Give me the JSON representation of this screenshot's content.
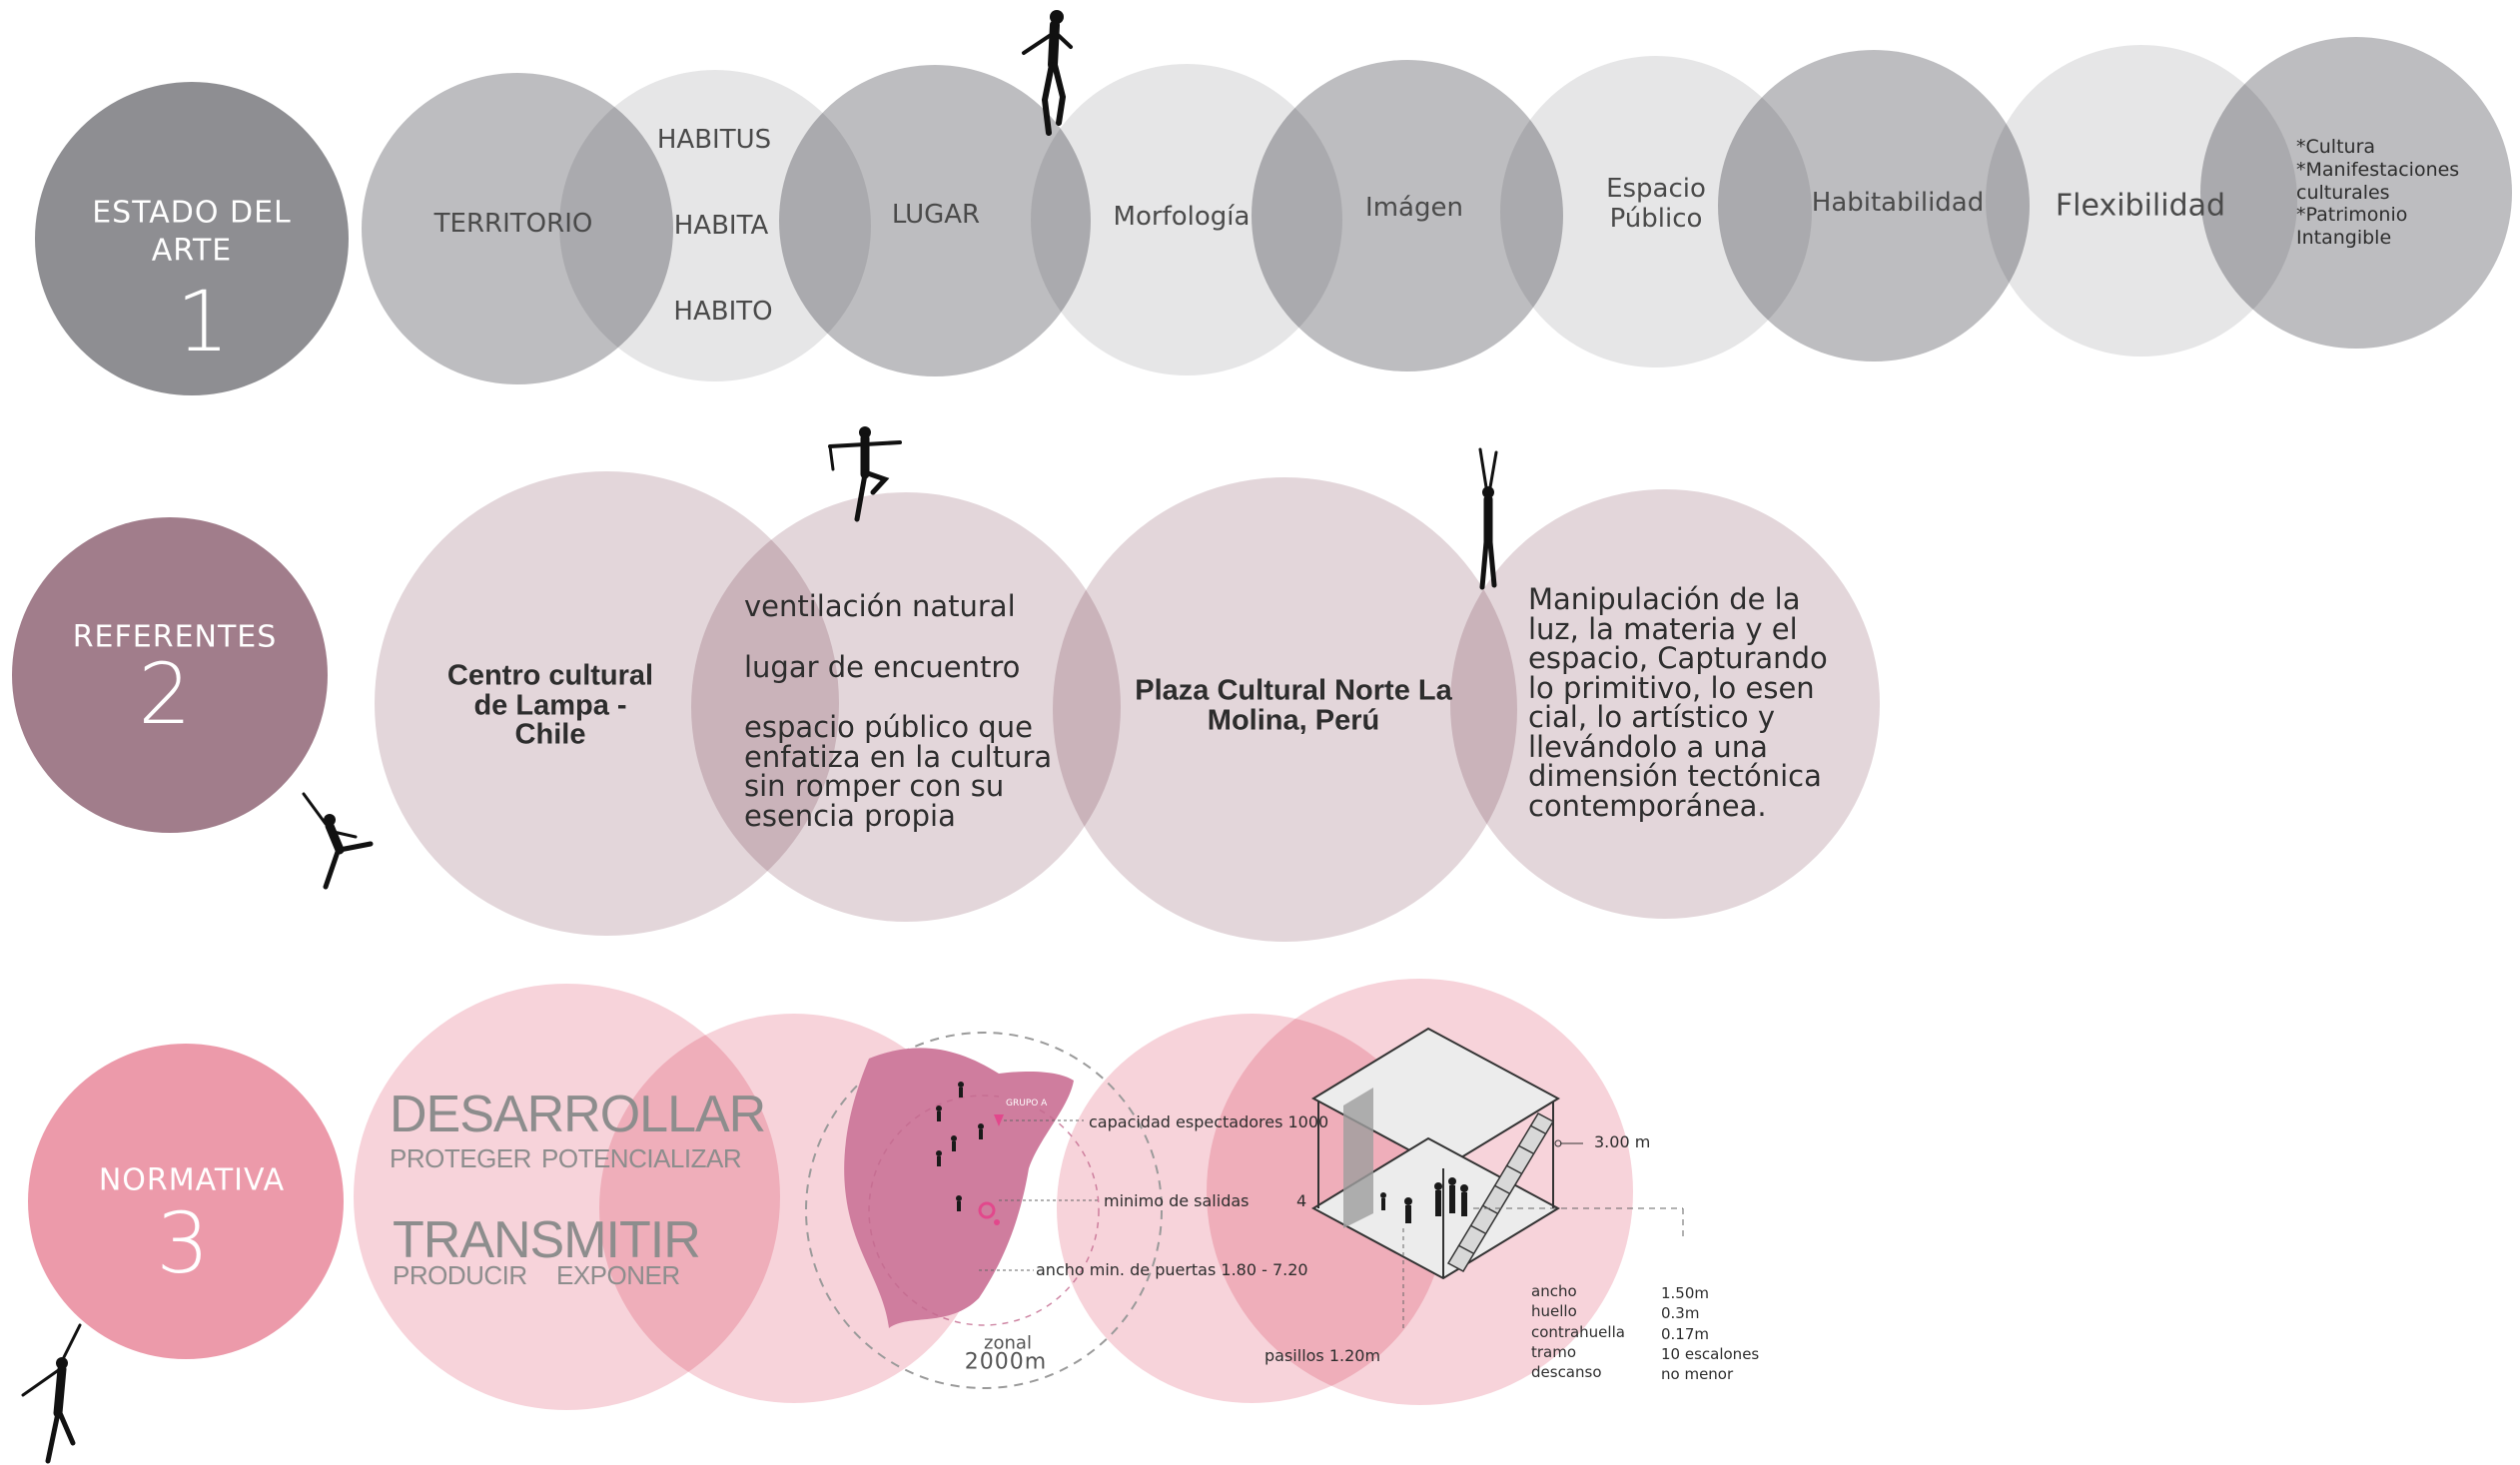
{
  "section1": {
    "title_line1": "ESTADO DEL",
    "title_line2": "ARTE",
    "number": "1",
    "circles": [
      "TERRITORIO",
      "LUGAR",
      "Morfología",
      "Imágen",
      "Espacio Público",
      "Habitabilidad",
      "Flexibilidad"
    ],
    "stack": [
      "HABITUS",
      "HABITA",
      "HABITO"
    ],
    "list": [
      "*Cultura",
      "*Manifestaciones culturales",
      "*Patrimonio Intangible"
    ]
  },
  "section2": {
    "title": "REFERENTES",
    "number": "2",
    "ref1": "Centro cultural de Lampa - Chile",
    "features": [
      "ventilación natural",
      "lugar de encuentro",
      "espacio público que enfatiza en la cultura sin romper con su esencia propia"
    ],
    "ref2": "Plaza Cultural Norte La Molina, Perú",
    "quote": "Manipulación de la luz, la materia y el espacio, Capturando lo primitivo, lo esen cial, lo artístico y llevándolo a una dimensión tectónica contemporánea."
  },
  "section3": {
    "title": "NORMATIVA",
    "number": "3",
    "word1": "DESARROLLAR",
    "word1_sub_a": "PROTEGER",
    "word1_sub_b": "POTENCIALIZAR",
    "word2": "TRANSMITIR",
    "word2_sub_a": "PRODUCIR",
    "word2_sub_b": "EXPONER",
    "map_tag": "GRUPO A",
    "capacity": "capacidad espectadores 1000",
    "exits_label": "minimo de salidas",
    "exits_value": "4",
    "door_width": "ancho min. de puertas 1.80 - 7.20",
    "zone_label": "zonal",
    "zone_value": "2000m",
    "height": "3.00 m",
    "corridors": "pasillos  1.20m",
    "stair_labels": [
      "ancho",
      "huello",
      "contrahuella",
      "tramo",
      "descanso"
    ],
    "stair_values": [
      "1.50m",
      "0.3m",
      "0.17m",
      "10 escalones",
      "no menor"
    ]
  },
  "colors": {
    "gray_dark": "#8e8e92",
    "gray_mid": "#bdbdc0",
    "gray_light": "#e6e6e7",
    "mauve_dark": "#a17d8b",
    "mauve_light": "#e3d6da",
    "pink_dark": "#ec9aaa",
    "pink_light": "#f7d3da",
    "map_pink": "#cf7d9e",
    "accent_magenta": "#e2488c"
  },
  "icons": [
    "dancer-figure-icon"
  ]
}
